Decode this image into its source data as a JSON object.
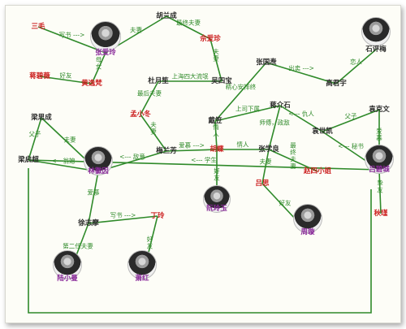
{
  "persons": [
    {
      "id": "sanmao",
      "name": "三毛",
      "color": "red"
    },
    {
      "id": "zhangailing",
      "name": "张爱玲",
      "color": "purple",
      "portrait": true
    },
    {
      "id": "huhancheng",
      "name": "胡兰成",
      "color": "black"
    },
    {
      "id": "yuxiuzhen",
      "name": "佘爱珍",
      "color": "red"
    },
    {
      "id": "shipingmei",
      "name": "石评梅",
      "color": "black",
      "portrait": true
    },
    {
      "id": "jiangbiwei",
      "name": "蒋碧薇",
      "color": "red"
    },
    {
      "id": "huangyijue",
      "name": "黄逸梵",
      "color": "red"
    },
    {
      "id": "zhangguotao",
      "name": "张国焘",
      "color": "black"
    },
    {
      "id": "gaojunyu",
      "name": "高君宇",
      "color": "black"
    },
    {
      "id": "duyuesheng",
      "name": "杜月笙",
      "color": "black"
    },
    {
      "id": "wusibao",
      "name": "吴四宝",
      "color": "black"
    },
    {
      "id": "daili",
      "name": "戴笠",
      "color": "black"
    },
    {
      "id": "jiangjieshi",
      "name": "蒋介石",
      "color": "black"
    },
    {
      "id": "yuanshikai",
      "name": "袁世凯",
      "color": "black"
    },
    {
      "id": "yuankewen",
      "name": "袁克文",
      "color": "black"
    },
    {
      "id": "mengxiaodong",
      "name": "孟小冬",
      "color": "red"
    },
    {
      "id": "liangsicheng",
      "name": "梁思成",
      "color": "black"
    },
    {
      "id": "liangqichao",
      "name": "梁启超",
      "color": "black"
    },
    {
      "id": "linhuiyin",
      "name": "林徽因",
      "color": "purple",
      "portrait": true
    },
    {
      "id": "meilanfang",
      "name": "梅兰芳",
      "color": "black"
    },
    {
      "id": "hudie",
      "name": "胡蝶",
      "color": "red"
    },
    {
      "id": "zhangxueliang",
      "name": "张学良",
      "color": "black"
    },
    {
      "id": "zhaosixiaojie",
      "name": "赵四小姐",
      "color": "red"
    },
    {
      "id": "lvbicheng",
      "name": "吕碧城",
      "color": "purple",
      "portrait": true
    },
    {
      "id": "lvsi",
      "name": "吕思",
      "color": "red"
    },
    {
      "id": "ruanlingyu",
      "name": "阮玲玉",
      "color": "purple",
      "portrait": true
    },
    {
      "id": "zhouxuan",
      "name": "周璇",
      "color": "purple",
      "portrait": true
    },
    {
      "id": "qiujin",
      "name": "秋瑾",
      "color": "red"
    },
    {
      "id": "xuzhimo",
      "name": "徐志摩",
      "color": "black"
    },
    {
      "id": "dingling",
      "name": "丁玲",
      "color": "red"
    },
    {
      "id": "luxiaoman",
      "name": "陆小曼",
      "color": "purple",
      "portrait": true
    },
    {
      "id": "xiaohong",
      "name": "萧红",
      "color": "purple",
      "portrait": true
    }
  ],
  "relations": [
    {
      "from": "sanmao",
      "to": "zhangailing",
      "label": "写书 --->"
    },
    {
      "from": "zhangailing",
      "to": "huhancheng",
      "label": "夫妻"
    },
    {
      "from": "huhancheng",
      "to": "yuxiuzhen",
      "label": "最终夫妻"
    },
    {
      "from": "zhangailing",
      "to": "huangyijue",
      "label": "母女"
    },
    {
      "from": "jiangbiwei",
      "to": "huangyijue",
      "label": "好友"
    },
    {
      "from": "yuxiuzhen",
      "to": "wusibao",
      "label": "夫妻"
    },
    {
      "from": "duyuesheng",
      "to": "wusibao",
      "label": "上海四大流氓"
    },
    {
      "from": "zhangguotao",
      "to": "gaojunyu",
      "label": "出卖 --->"
    },
    {
      "from": "shipingmei",
      "to": "gaojunyu",
      "label": "恋人"
    },
    {
      "from": "zhangguotao",
      "to": "daili",
      "label": "精心安排终"
    },
    {
      "from": "duyuesheng",
      "to": "mengxiaodong",
      "label": "最后夫妻"
    },
    {
      "from": "daili",
      "to": "jiangjieshi",
      "label": "上司下属"
    },
    {
      "from": "jiangjieshi",
      "to": "yuanshikai",
      "label": "<--- 仇人"
    },
    {
      "from": "yuankewen",
      "to": "yuanshikai",
      "label": "父子"
    },
    {
      "from": "yuankewen",
      "to": "lvbicheng",
      "label": "爱慕"
    },
    {
      "from": "lvbicheng",
      "to": "yuanshikai",
      "label": "<--- 秘书"
    },
    {
      "from": "mengxiaodong",
      "to": "meilanfang",
      "label": "夫妻"
    },
    {
      "from": "daili",
      "to": "hudie",
      "label": "情人"
    },
    {
      "from": "jiangjieshi",
      "to": "zhangxueliang",
      "label": "师傅，政敌"
    },
    {
      "from": "meilanfang",
      "to": "hudie",
      "label": "爱慕 --->"
    },
    {
      "from": "hudie",
      "to": "zhangxueliang",
      "label": "情人"
    },
    {
      "from": "zhangxueliang",
      "to": "zhaosixiaojie",
      "label": "最终夫妻"
    },
    {
      "from": "hudie",
      "to": "ruanlingyu",
      "label": "好友"
    },
    {
      "from": "zhangxueliang",
      "to": "lvsi",
      "label": "夫妻"
    },
    {
      "from": "lvsi",
      "to": "zhouxuan",
      "label": "好友"
    },
    {
      "from": "lvbicheng",
      "to": "qiujin",
      "label": "挚友"
    },
    {
      "from": "liangsicheng",
      "to": "liangqichao",
      "label": "父子"
    },
    {
      "from": "liangsicheng",
      "to": "linhuiyin",
      "label": "夫妻"
    },
    {
      "from": "liangqichao",
      "to": "linhuiyin",
      "label": "<-- 翁媳"
    },
    {
      "from": "linhuiyin",
      "to": "meilanfang",
      "label": "<--- 敌意"
    },
    {
      "from": "linhuiyin",
      "to": "xuzhimo",
      "label": "爱慕"
    },
    {
      "from": "xuzhimo",
      "to": "dingling",
      "label": "写书 --->"
    },
    {
      "from": "xuzhimo",
      "to": "luxiaoman",
      "label": "第二任夫妻"
    },
    {
      "from": "dingling",
      "to": "xiaohong",
      "label": "好友"
    },
    {
      "from": "liangqichao",
      "to": "lvbicheng",
      "label": "<--- 学生"
    }
  ]
}
